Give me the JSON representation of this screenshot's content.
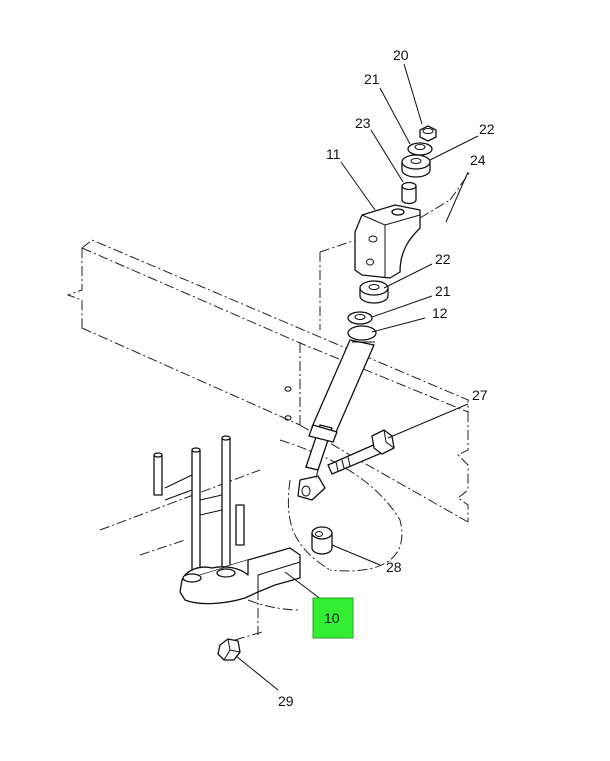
{
  "diagram": {
    "callouts": {
      "c20": "20",
      "c21_top": "21",
      "c22_top": "22",
      "c23": "23",
      "c11": "11",
      "c24": "24",
      "c22_mid": "22",
      "c21_mid": "21",
      "c12": "12",
      "c27": "27",
      "c28": "28",
      "c10": "10",
      "c29": "29"
    },
    "highlight_color": "#33ee33"
  }
}
